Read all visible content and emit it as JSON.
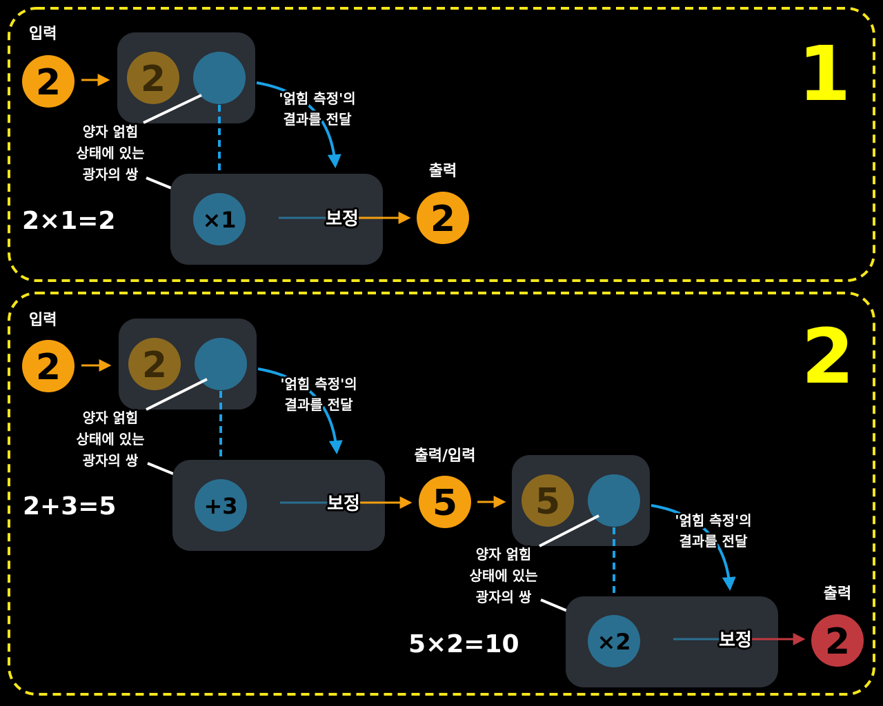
{
  "colors": {
    "panel_border": "#f5e61c",
    "box": "#2b2f36",
    "blue_node": "#2a6f90",
    "orange_node": "#f5a00e",
    "gold_node": "#8b6a1f",
    "red_node": "#c0393f",
    "arrow_blue": "#1aa2e6",
    "arrow_orange": "#f5a00e"
  },
  "panel1": {
    "number": "1",
    "input_label": "입력",
    "input_value": "2",
    "pair_value": "2",
    "measure_note": [
      "'얽힘 측정'의",
      "결과를 전달"
    ],
    "pair_note": [
      "양자 얽힘",
      "상태에 있는",
      "광자의 쌍"
    ],
    "operation": "×1",
    "correction_label": "보정",
    "output_label": "출력",
    "output_value": "2",
    "equation": "2×1=2"
  },
  "panel2": {
    "number": "2",
    "input_label": "입력",
    "input_value": "2",
    "pair_value": "2",
    "measure_note": [
      "'얽힘 측정'의",
      "결과를 전달"
    ],
    "pair_note": [
      "양자 얽힘",
      "상태에 있는",
      "광자의 쌍"
    ],
    "operation": "+3",
    "correction_label": "보정",
    "mid_label": "출력/입력",
    "mid_value": "5",
    "equation": "2+3=5",
    "pair2_value": "5",
    "measure_note2": [
      "'얽힘 측정'의",
      "결과를 전달"
    ],
    "pair_note2": [
      "양자 얽힘",
      "상태에 있는",
      "광자의 쌍"
    ],
    "operation2": "×2",
    "correction_label2": "보정",
    "output_label": "출력",
    "output_value": "2",
    "equation2": "5×2=10"
  }
}
